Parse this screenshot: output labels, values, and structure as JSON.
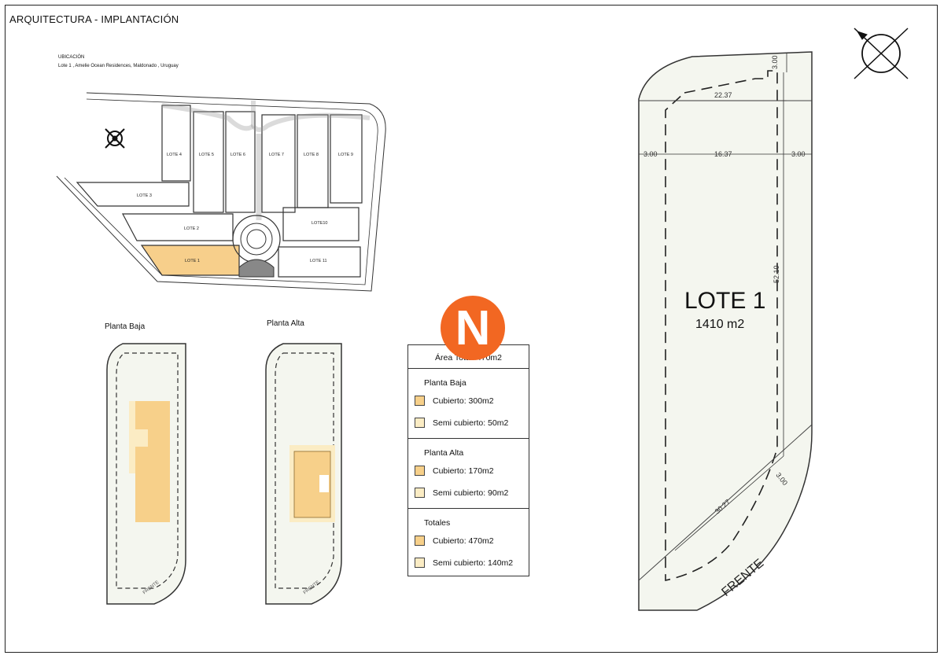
{
  "header": {
    "title": "ARQUITECTURA - IMPLANTACIÓN"
  },
  "location": {
    "heading": "UBICACIÓN",
    "address": "Lote 1 , Amelie Ocean Residences, Maldonado , Uruguay"
  },
  "masterplan": {
    "lots": [
      {
        "label": "LOTE 4"
      },
      {
        "label": "LOTE 5"
      },
      {
        "label": "LOTE 6"
      },
      {
        "label": "LOTE 7"
      },
      {
        "label": "LOTE 8"
      },
      {
        "label": "LOTE 9"
      },
      {
        "label": "LOTE 3"
      },
      {
        "label": "LOTE 2"
      },
      {
        "label": "LOTE10"
      },
      {
        "label": "LOTE 1"
      },
      {
        "label": "LOTE 11"
      }
    ],
    "highlight_color": "#f7cf8b"
  },
  "plans": {
    "baja": {
      "label": "Planta Baja",
      "frente": "FRENTE"
    },
    "alta": {
      "label": "Planta Alta",
      "frente": "FRENTE"
    }
  },
  "legend": {
    "area_total": "Área Total: 470m2",
    "sections": [
      {
        "title": "Planta Baja",
        "cubierto": "Cubierto: 300m2",
        "semi": "Semi cubierto: 50m2"
      },
      {
        "title": "Planta Alta",
        "cubierto": "Cubierto: 170m2",
        "semi": "Semi cubierto: 90m2"
      },
      {
        "title": "Totales",
        "cubierto": "Cubierto: 470m2",
        "semi": "Semi cubierto: 140m2"
      }
    ],
    "colors": {
      "cubierto": "#f7d08a",
      "semi_cubierto": "#fbecc4"
    }
  },
  "logo": {
    "letter": "N",
    "color": "#f26722"
  },
  "lot_detail": {
    "name": "LOTE 1",
    "area": "1410 m2",
    "dims": {
      "top": "3.00",
      "width_top": "22.37",
      "left_setback": "3.00",
      "inner_width": "16.37",
      "right_setback": "3.00",
      "depth": "52.10",
      "front": "30.27",
      "front_setback": "3.00"
    },
    "frente": "FRENTE"
  }
}
